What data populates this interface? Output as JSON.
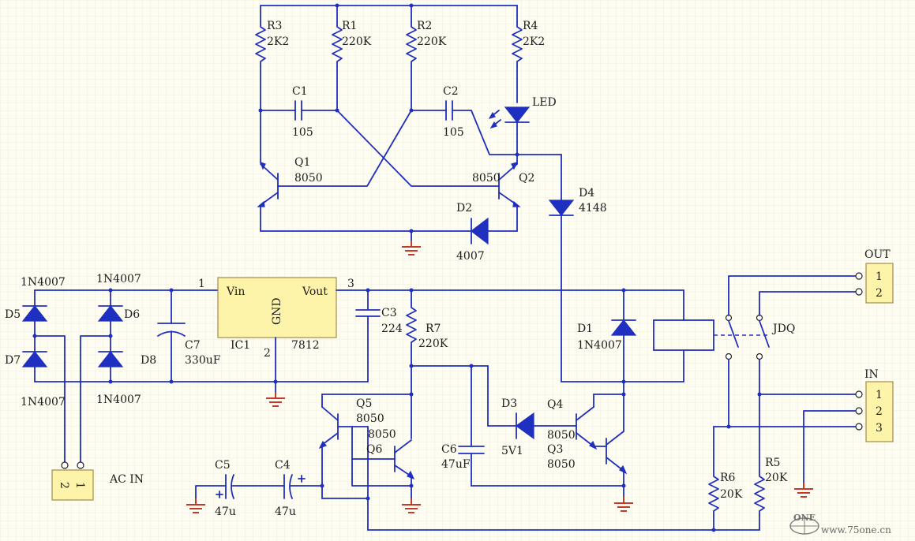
{
  "labels": {
    "R3": "R3",
    "R3v": "2K2",
    "R1": "R1",
    "R1v": "220K",
    "R2": "R2",
    "R2v": "220K",
    "R4": "R4",
    "R4v": "2K2",
    "C1": "C1",
    "C1v": "105",
    "C2": "C2",
    "C2v": "105",
    "LED": "LED",
    "Q1": "Q1",
    "Q1v": "8050",
    "Q2": "Q2",
    "Q2v": "8050",
    "D4": "D4",
    "D4v": "4148",
    "D2": "D2",
    "D2v": "4007",
    "D5": "D5",
    "D5v": "1N4007",
    "D6": "D6",
    "D6v": "1N4007",
    "D7": "D7",
    "D7v": "1N4007",
    "D8": "D8",
    "D8v": "1N4007",
    "C7": "C7",
    "C7v": "330uF",
    "IC1": "IC1",
    "IC1v": "7812",
    "vin": "Vin",
    "vout": "Vout",
    "gndpin": "GND",
    "pin1": "1",
    "pin2": "2",
    "pin3": "3",
    "C3": "C3",
    "C3v": "224",
    "R7": "R7",
    "R7v": "220K",
    "D1": "D1",
    "D1v": "1N4007",
    "JDQ": "JDQ",
    "D3": "D3",
    "D3v": "5V1",
    "Q4": "Q4",
    "Q4v": "8050",
    "Q3": "Q3",
    "Q3v": "8050",
    "Q5": "Q5",
    "Q5v": "8050",
    "Q6": "Q6",
    "Q6v": "8050",
    "C6": "C6",
    "C6v": "47uF",
    "C5": "C5",
    "C5v": "47u",
    "C4": "C4",
    "C4v": "47u",
    "R6": "R6",
    "R6v": "20K",
    "R5": "R5",
    "R5v": "20K",
    "acin": "AC IN",
    "out": "OUT",
    "in": "IN",
    "plus": "+",
    "watermark": "www.75one.cn",
    "logo": "ONE"
  },
  "connectors": {
    "acin_pins": [
      "2",
      "1"
    ],
    "out_pins": [
      "1",
      "2"
    ],
    "in_pins": [
      "1",
      "2",
      "3"
    ]
  },
  "colors": {
    "wire": "#1f2fbf",
    "ground": "#c23a2a",
    "component_fill": "#fdf3a9",
    "background": "#fefdf2",
    "grid": "#e6e3d3"
  }
}
